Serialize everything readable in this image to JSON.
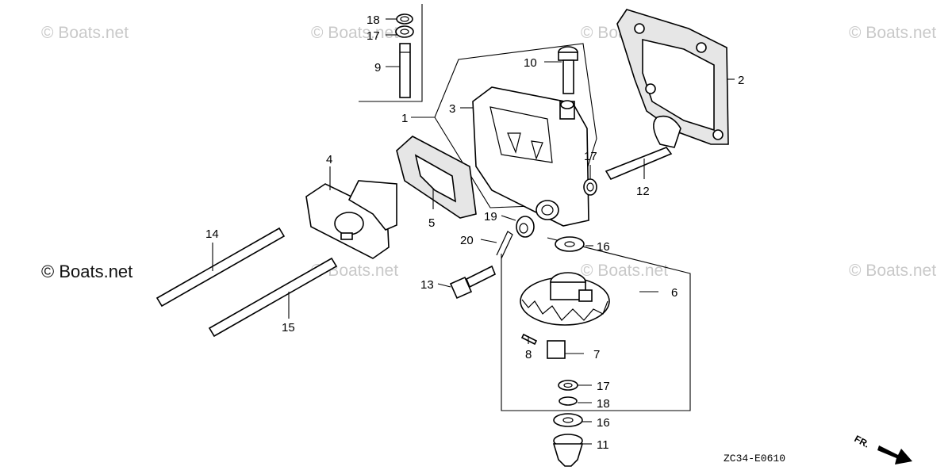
{
  "watermarks": {
    "top_left": "© Boats.net",
    "top_center_left": "© Boats.net",
    "top_center_right": "© Boats.net",
    "top_right": "© Boats.net",
    "mid_left": "© Boats.net",
    "mid_center": "© Boats.net",
    "mid_center_right": "© Boats.net",
    "mid_right": "© Boats.net"
  },
  "diagram_code": "ZC34-E0610",
  "front_marker": "FR.",
  "callouts": {
    "c1": "1",
    "c2": "2",
    "c3": "3",
    "c4": "4",
    "c5": "5",
    "c6": "6",
    "c7": "7",
    "c8": "8",
    "c9": "9",
    "c10": "10",
    "c11": "11",
    "c12": "12",
    "c13": "13",
    "c14": "14",
    "c15": "15",
    "c16a": "16",
    "c16b": "16",
    "c17a": "17",
    "c17b": "17",
    "c17c": "17",
    "c18a": "18",
    "c18b": "18",
    "c19": "19",
    "c20": "20"
  }
}
